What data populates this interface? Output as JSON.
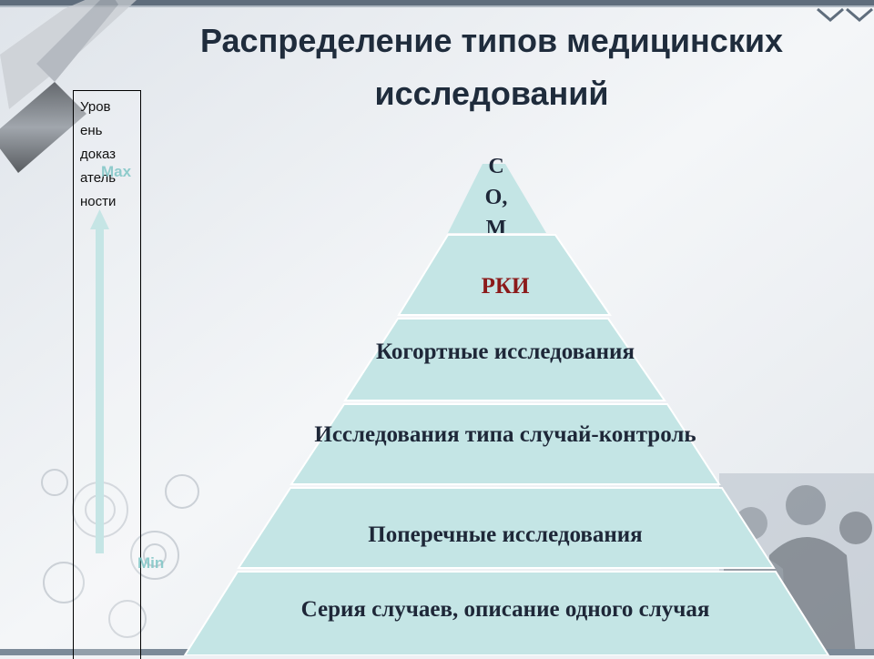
{
  "slide": {
    "title": "Распределение типов медицинских исследований"
  },
  "axis": {
    "label": "Уров\nень\nдоказ\nатель\nности",
    "max_label": "Max",
    "min_label": "Min"
  },
  "pyramid": {
    "tiers": [
      {
        "label": "СОМ"
      },
      {
        "label": "РКИ"
      },
      {
        "label": "Когортные исследования"
      },
      {
        "label": "Исследования типа случай-контроль"
      },
      {
        "label": "Поперечные исследования"
      },
      {
        "label": "Серия случаев, описание одного случая"
      }
    ],
    "fill_color": "#c4e5e5",
    "rki_color": "#8b1a1a"
  }
}
